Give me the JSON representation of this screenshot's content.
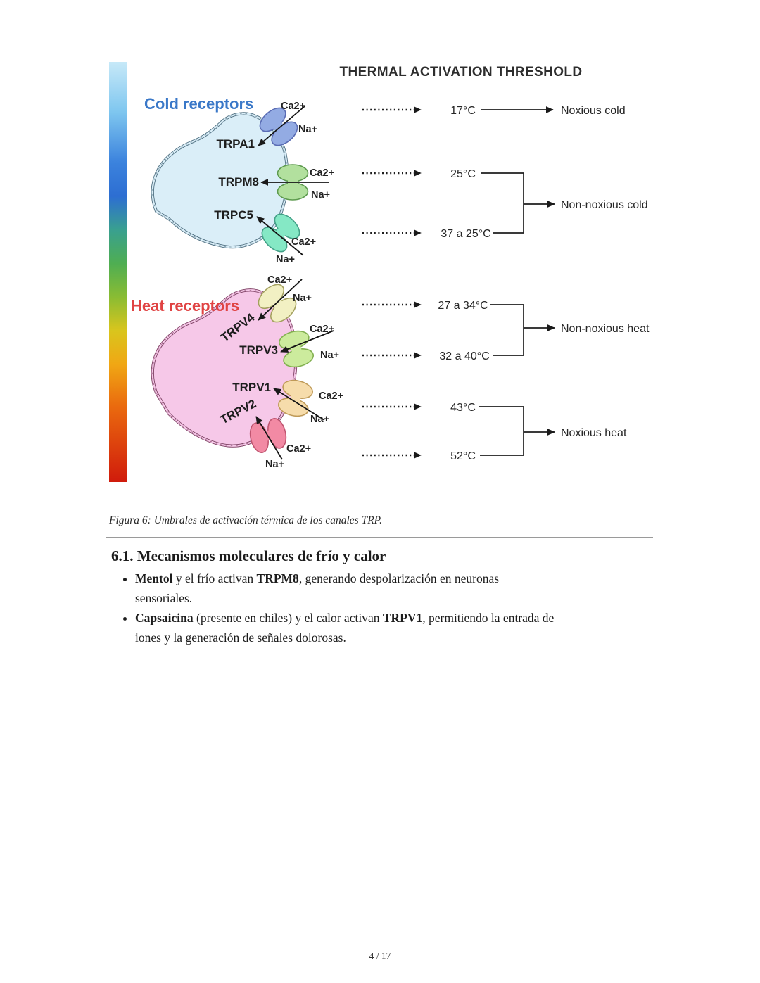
{
  "figure": {
    "title": "THERMAL ACTIVATION THRESHOLD",
    "cold_label": "Cold receptors",
    "heat_label": "Heat receptors",
    "ion_ca": "Ca2+",
    "ion_na": "Na+",
    "channels": {
      "trpa1": "TRPA1",
      "trpm8": "TRPM8",
      "trpc5": "TRPC5",
      "trpv4": "TRPV4",
      "trpv3": "TRPV3",
      "trpv1": "TRPV1",
      "trpv2": "TRPV2"
    },
    "thresholds": {
      "t17": "17°C",
      "t25": "25°C",
      "t37_25": "37 a 25°C",
      "t27_34": "27 a 34°C",
      "t32_40": "32 a 40°C",
      "t43": "43°C",
      "t52": "52°C"
    },
    "outcomes": {
      "noxious_cold": "Noxious cold",
      "non_noxious_cold": "Non-noxious cold",
      "non_noxious_heat": "Non-noxious heat",
      "noxious_heat": "Noxious heat"
    },
    "colors": {
      "cold_label": "#3a78c8",
      "heat_label": "#e04343",
      "cold_cell": "#daeef8",
      "heat_cell": "#f6c8e8",
      "trpa1": "#93abe3",
      "trpm8": "#b2e09e",
      "trpc5": "#85e8c5",
      "trpv4": "#f2f0c3",
      "trpv3": "#cceb9d",
      "trpv1": "#f6dcab",
      "trpv2": "#f28aa4"
    }
  },
  "caption": "Figura 6: Umbrales de activación térmica de los canales TRP.",
  "section": {
    "heading": "6.1. Mecanismos moleculares de frío y calor",
    "bullets": [
      {
        "segments": [
          {
            "text": "Mentol"
          },
          {
            "text": " y el frío activan "
          },
          {
            "text": "TRPM8"
          },
          {
            "text": ", generando despolarización en neuronas"
          },
          {
            "text": "sensoriales."
          }
        ]
      },
      {
        "segments": [
          {
            "text": "Capsaicina"
          },
          {
            "text": " (presente en chiles) y el calor activan "
          },
          {
            "text": "TRPV1"
          },
          {
            "text": ", permitiendo la entrada de"
          },
          {
            "text": "iones y la generación de señales dolorosas."
          }
        ]
      }
    ]
  },
  "page": {
    "number": "4 / 17"
  }
}
